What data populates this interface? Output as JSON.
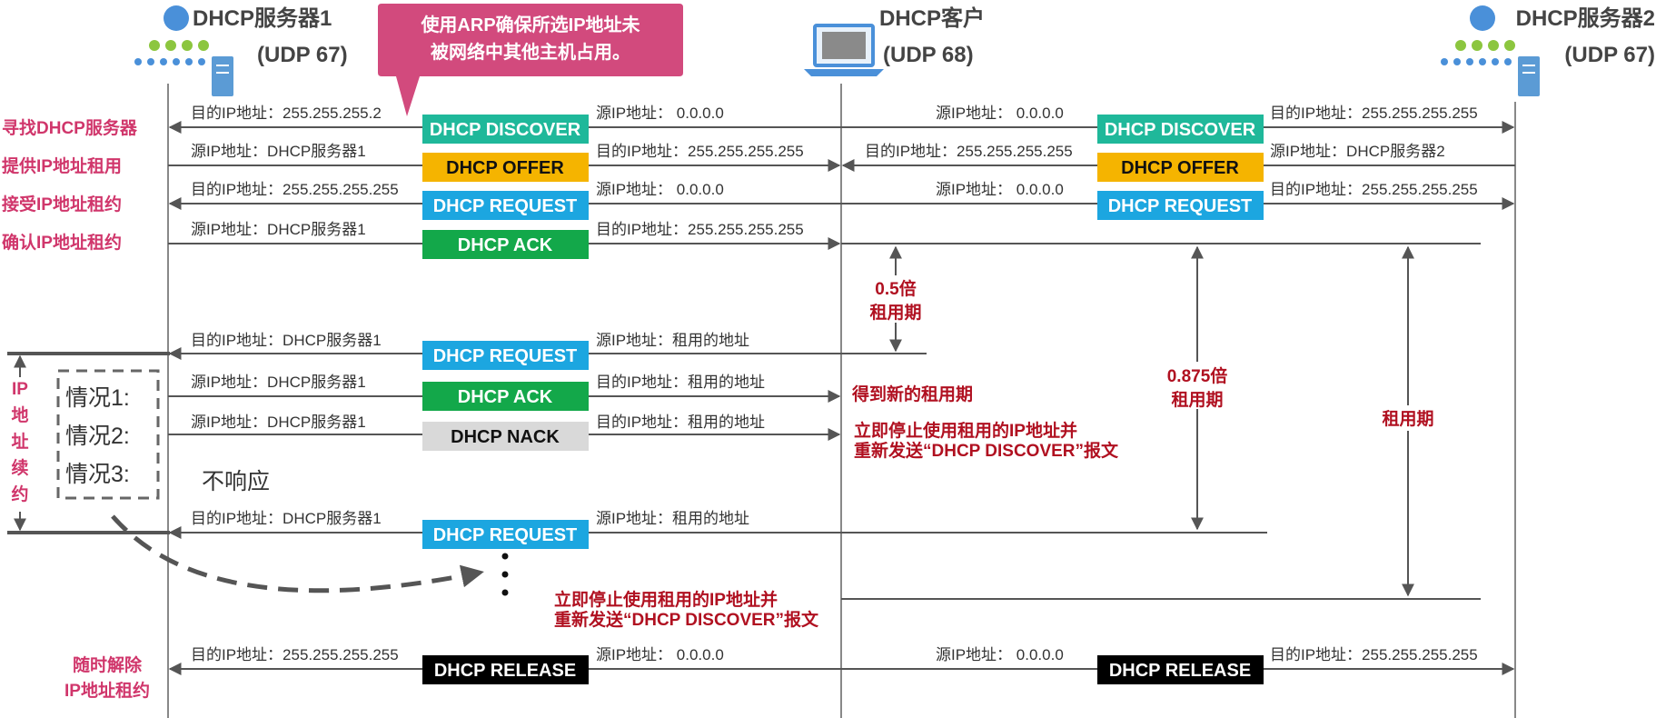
{
  "colors": {
    "discover": "#1fb89a",
    "offer": "#f5b400",
    "request": "#1ca6e0",
    "ack": "#13a84a",
    "nack": "#d9d9d9",
    "release": "#000000",
    "callout": "#d24a7d",
    "step_label": "#d0366b",
    "note_red": "#b01020",
    "line": "#555555",
    "node_blue": "#4a90d9",
    "node_green": "#8cc63f"
  },
  "nodes": {
    "server1": {
      "name": "DHCP服务器1",
      "port": "(UDP 67)",
      "icon": "server-network-icon"
    },
    "client": {
      "name": "DHCP客户",
      "port": "(UDP 68)",
      "icon": "laptop-icon"
    },
    "server2": {
      "name": "DHCP服务器2",
      "port": "(UDP 67)",
      "icon": "server-network-icon"
    }
  },
  "callout": {
    "line1": "使用ARP确保所选IP地址未",
    "line2": "被网络中其他主机占用。"
  },
  "steps": {
    "discover": "寻找DHCP服务器",
    "offer": "提供IP地址租用",
    "request": "接受IP地址租约",
    "ack": "确认IP地址租约",
    "release_1": "随时解除",
    "release_2": "IP地址租约"
  },
  "renewal_label": [
    "IP",
    "地",
    "址",
    "续",
    "约"
  ],
  "cases": [
    "情况1:",
    "情况2:",
    "情况3:"
  ],
  "no_response": "不响应",
  "messages": {
    "discover": "DHCP DISCOVER",
    "offer": "DHCP OFFER",
    "request": "DHCP REQUEST",
    "ack": "DHCP ACK",
    "nack": "DHCP NACK",
    "release": "DHCP RELEASE"
  },
  "field_labels": {
    "dst_broadcast": "目的IP地址：255.255.255.255",
    "dst_broadcast_cut": "目的IP地址：255.255.255.2",
    "src_zero": "源IP地址：    0.0.0.0",
    "src_server1": "源IP地址：DHCP服务器1",
    "src_server2": "源IP地址：DHCP服务器2",
    "dst_server1": "目的IP地址：DHCP服务器1",
    "src_leased": "源IP地址：租用的地址",
    "dst_leased": "目的IP地址：租用的地址"
  },
  "notes": {
    "new_lease": "得到新的租用期",
    "stop_1": "立即停止使用租用的IP地址并",
    "stop_2": "重新发送“DHCP DISCOVER”报文"
  },
  "lease": {
    "half_value": "0.5倍",
    "half_unit": "租用期",
    "t2_value": "0.875倍",
    "t2_unit": "租用期",
    "full": "租用期"
  }
}
